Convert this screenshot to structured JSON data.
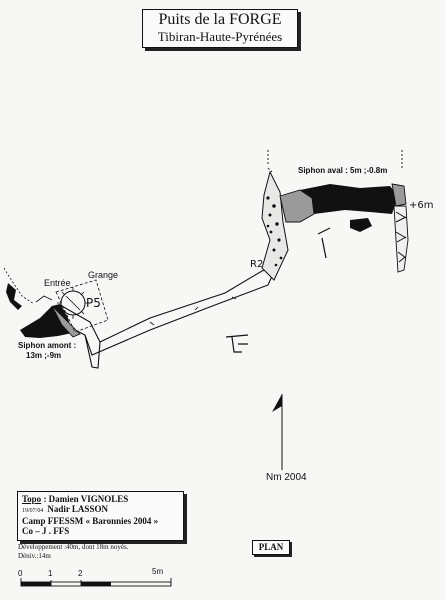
{
  "title": {
    "main": "Puits de la FORGE",
    "sub": "Tibiran-Haute-Pyrénées"
  },
  "labels": {
    "siphon_aval": "Siphon aval : 5m ;-0.8m",
    "plus_six": "+6m",
    "r2": "R2",
    "grange": "Grange",
    "entree": "Entrée",
    "p5": "P5",
    "siphon_amont_line1": "Siphon amont :",
    "siphon_amont_line2": "13m ;-9m",
    "north": "Nm 2004"
  },
  "info": {
    "topo_label": "Topo",
    "topo_author": " : Damien VIGNOLES",
    "date": "19/07/04",
    "author2": "Nadir  LASSON",
    "camp": "Camp FFESSM « Baronnies 2004 »",
    "coj": "Co – J . FFS",
    "development": "Développement :40m, dont 18m noyés.",
    "deniv": "Déniv.:14m",
    "plan": "PLAN"
  },
  "scale": {
    "ticks": [
      "0",
      "1",
      "2",
      "5m"
    ]
  },
  "colors": {
    "ink": "#111111",
    "grey_fill": "#9a9a9a",
    "paper": "#f7f7f5"
  }
}
